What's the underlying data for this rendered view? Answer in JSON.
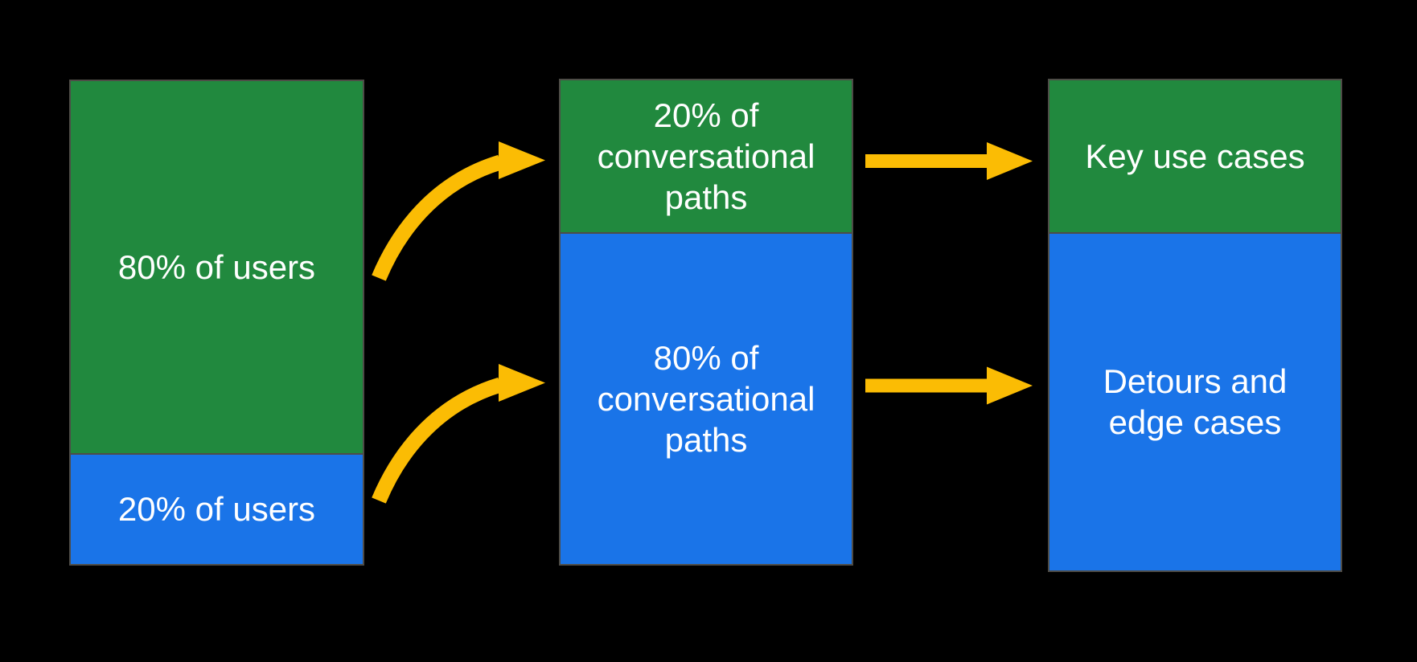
{
  "colors": {
    "background": "#000000",
    "green": "#21893E",
    "blue": "#1A74E8",
    "arrow": "#FBBC04",
    "label_text": "#FFFFFF",
    "bar_border": "#4E4C47"
  },
  "columns": [
    {
      "name": "users",
      "segments": [
        {
          "label": "80% of users",
          "color": "#21893E",
          "height": "77.2%"
        },
        {
          "label": "20% of users",
          "color": "#1A74E8",
          "height": "22.8%"
        }
      ]
    },
    {
      "name": "conversational-paths",
      "segments": [
        {
          "label": "20% of conversational paths",
          "color": "#21893E",
          "height": "31.9%"
        },
        {
          "label": "80% of conversational paths",
          "color": "#1A74E8",
          "height": "68.1%"
        }
      ]
    },
    {
      "name": "use-cases",
      "segments": [
        {
          "label": "Key use cases",
          "color": "#21893E",
          "height": "31.4%"
        },
        {
          "label": "Detours and edge cases",
          "color": "#1A74E8",
          "height": "68.6%"
        }
      ]
    }
  ],
  "arrows": [
    {
      "name": "curved-arrow-top",
      "from": "80% of users",
      "to": "20% of conversational paths"
    },
    {
      "name": "curved-arrow-bottom",
      "from": "20% of users",
      "to": "80% of conversational paths"
    },
    {
      "name": "straight-arrow-top",
      "from": "20% of conversational paths",
      "to": "Key use cases"
    },
    {
      "name": "straight-arrow-bottom",
      "from": "80% of conversational paths",
      "to": "Detours and edge cases"
    }
  ]
}
